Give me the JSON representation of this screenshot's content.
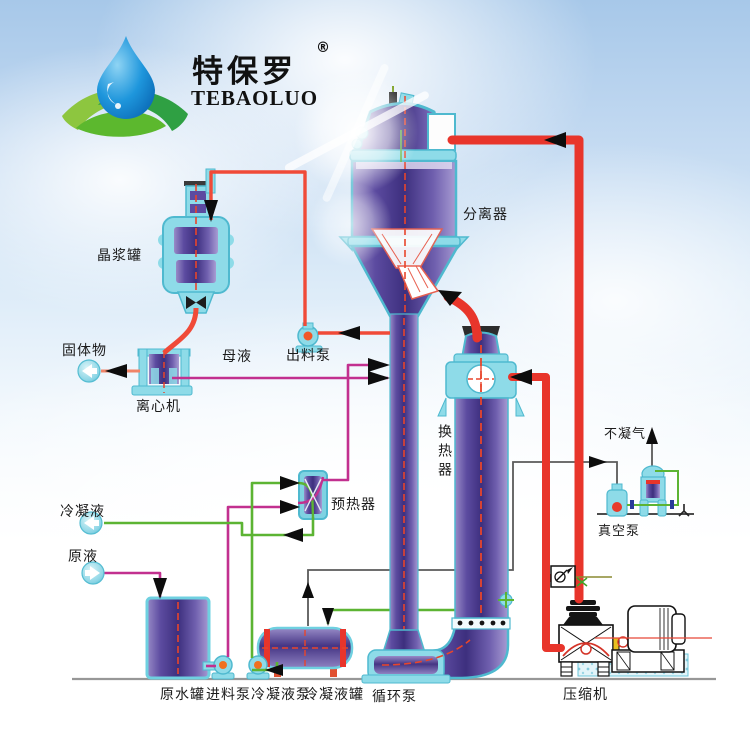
{
  "logo": {
    "brand_cn": "特保罗",
    "registered_mark": "®",
    "brand_en": "TEBAOLUO"
  },
  "labels": {
    "crystal_slurry_tank": "晶浆罐",
    "solids": "固体物",
    "mother_liquor": "母液",
    "discharge_pump": "出料泵",
    "centrifuge": "离心机",
    "separator": "分离器",
    "heat_exchanger": "换热器",
    "preheater": "预热器",
    "condensate": "冷凝液",
    "raw_liquid": "原液",
    "non_condensable_gas": "不凝气",
    "vacuum_pump": "真空泵",
    "raw_water_tank": "原水罐",
    "feed_pump": "进料泵",
    "condensate_pump": "冷凝液泵",
    "condensate_tank": "冷凝液罐",
    "circulation_pump": "循环泵",
    "compressor": "压缩机"
  },
  "colors": {
    "pipe_red": "#e8352b",
    "pipe_magenta": "#c2308f",
    "pipe_green": "#5cb433",
    "pipe_gray": "#5a5a5a",
    "vessel_purple": "#473787",
    "equipment_cyan": "#8edbe8",
    "sky_blue": "#a7c8e9",
    "logo_leaf_green": "#8dc63f",
    "logo_drop_blue": "#1b8fd8"
  }
}
